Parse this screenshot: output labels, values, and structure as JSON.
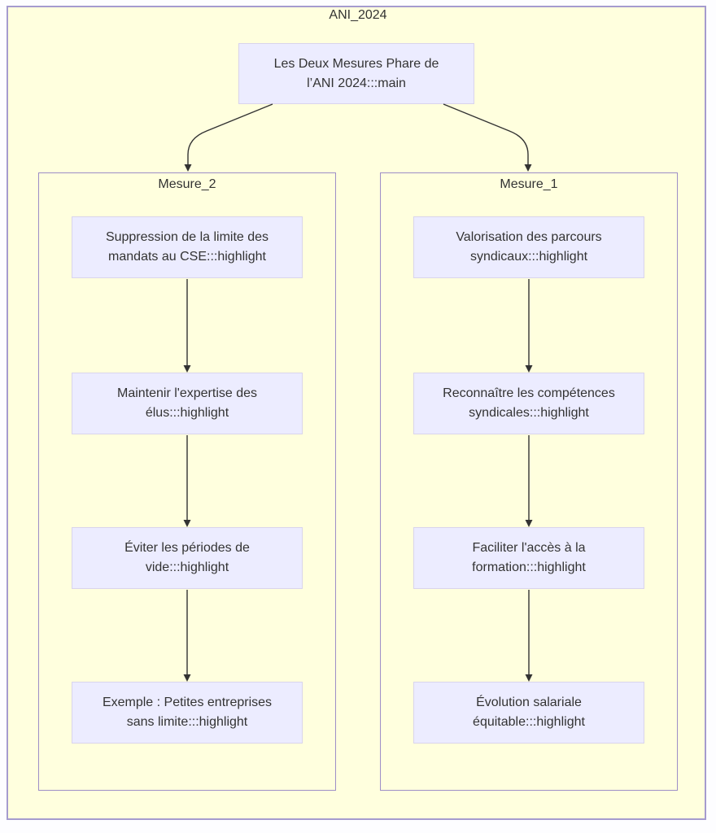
{
  "diagram": {
    "title": "ANI_2024",
    "main": {
      "line1": "Les Deux Mesures Phare de",
      "line2": "l’ANI 2024:::main"
    },
    "left": {
      "label": "Mesure_2",
      "nodes": [
        {
          "line1": "Suppression de la limite des",
          "line2": "mandats au CSE:::highlight"
        },
        {
          "line1": "Maintenir l'expertise des",
          "line2": "élus:::highlight"
        },
        {
          "line1": "Éviter les périodes de",
          "line2": "vide:::highlight"
        },
        {
          "line1": "Exemple : Petites entreprises",
          "line2": "sans limite:::highlight"
        }
      ]
    },
    "right": {
      "label": "Mesure_1",
      "nodes": [
        {
          "line1": "Valorisation des parcours",
          "line2": "syndicaux:::highlight"
        },
        {
          "line1": "Reconnaître les compétences",
          "line2": "syndicales:::highlight"
        },
        {
          "line1": "Faciliter l'accès à la",
          "line2": "formation:::highlight"
        },
        {
          "line1": "Évolution salariale",
          "line2": "équitable:::highlight"
        }
      ]
    },
    "colors": {
      "canvas_fill": "#ffffde",
      "page_background": "#f9f9fd",
      "node_fill": "#ececff",
      "node_border": "#d9d4ec",
      "cluster_border": "#9d8ec7",
      "outer_border": "#a59bce",
      "text": "#333333",
      "edge": "#333333"
    }
  }
}
